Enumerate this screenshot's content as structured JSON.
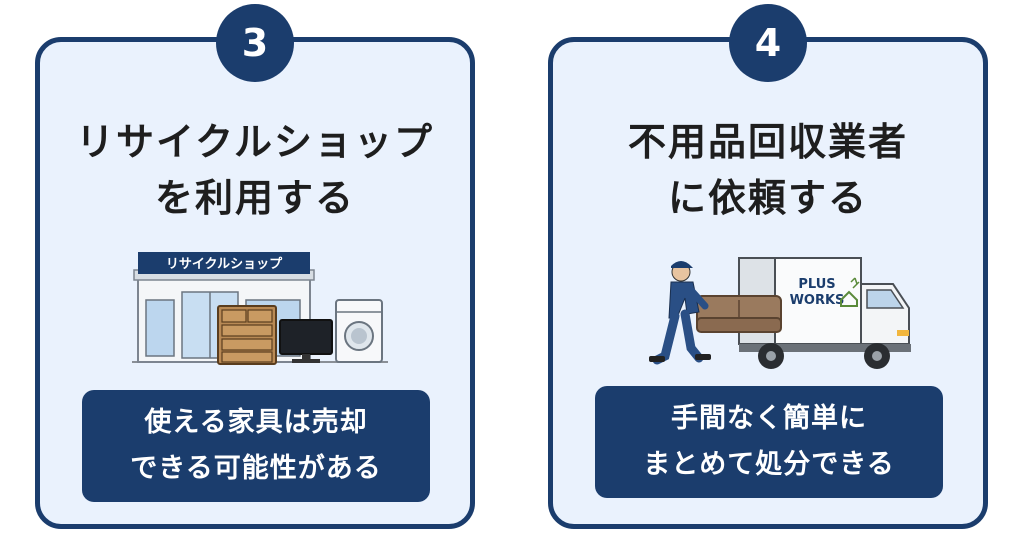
{
  "cards": [
    {
      "number": "3",
      "title_line1": "リサイクルショップ",
      "title_line2": "を利用する",
      "shop_sign": "リサイクルショップ",
      "benefit_line1": "使える家具は売却",
      "benefit_line2": "できる可能性がある"
    },
    {
      "number": "4",
      "title_line1": "不用品回収業者",
      "title_line2": "に依頼する",
      "truck_logo_line1": "PLUS",
      "truck_logo_line2": "WORKS",
      "benefit_line1": "手間なく簡単に",
      "benefit_line2": "まとめて処分できる"
    }
  ],
  "colors": {
    "navy": "#1b3d6d",
    "card_bg": "#eaf2fd",
    "accent_green": "#5a8a3a"
  }
}
